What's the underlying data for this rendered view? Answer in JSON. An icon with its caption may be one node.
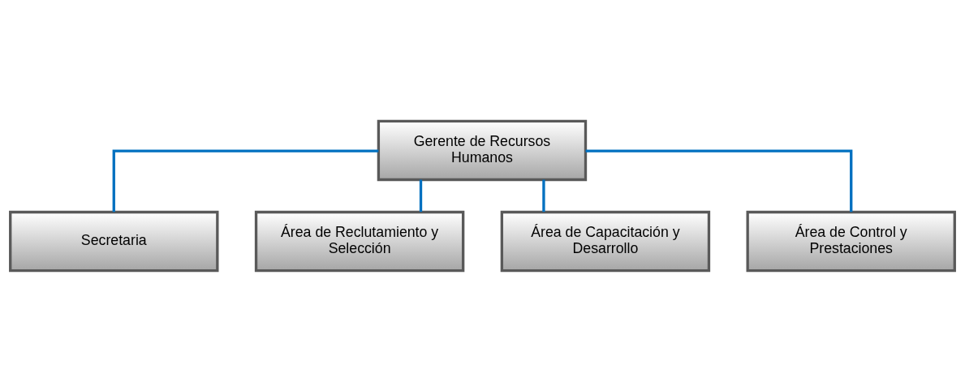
{
  "diagram": {
    "nodes": [
      {
        "text": [
          "Gerente de Recursos Humanos"
        ]
      },
      {
        "text": [
          "Secretaria"
        ]
      },
      {
        "text": [
          "Área de Reclutamiento y Selección"
        ]
      },
      {
        "text": [
          "Área de Capacitación y Desarrollo"
        ]
      },
      {
        "text": [
          "Área de Control y Prestaciones"
        ]
      }
    ],
    "edges": [
      {
        "from": 0,
        "to": 1,
        "arrow": "none"
      },
      {
        "from": 0,
        "to": 2,
        "arrow": "none"
      },
      {
        "from": 0,
        "to": 3,
        "arrow": "none"
      },
      {
        "from": 0,
        "to": 4,
        "arrow": "none"
      }
    ]
  }
}
